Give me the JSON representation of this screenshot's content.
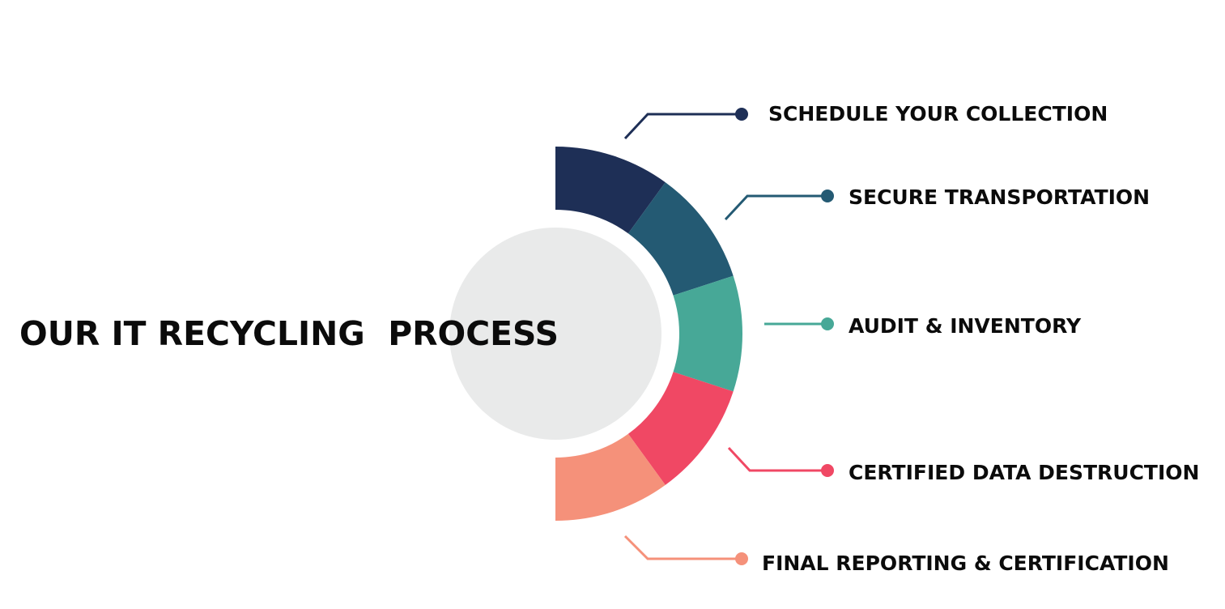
{
  "title": "OUR IT RECYCLING  PROCESS",
  "center_circle_color": "#e9eaea",
  "steps": [
    {
      "label": "SCHEDULE YOUR COLLECTION",
      "color": "#1e2f56"
    },
    {
      "label": "SECURE TRANSPORTATION",
      "color": "#245a73"
    },
    {
      "label": "AUDIT & INVENTORY",
      "color": "#47a897"
    },
    {
      "label": "CERTIFIED DATA DESTRUCTION",
      "color": "#f04864"
    },
    {
      "label": "FINAL REPORTING & CERTIFICATION",
      "color": "#f5917a"
    }
  ]
}
